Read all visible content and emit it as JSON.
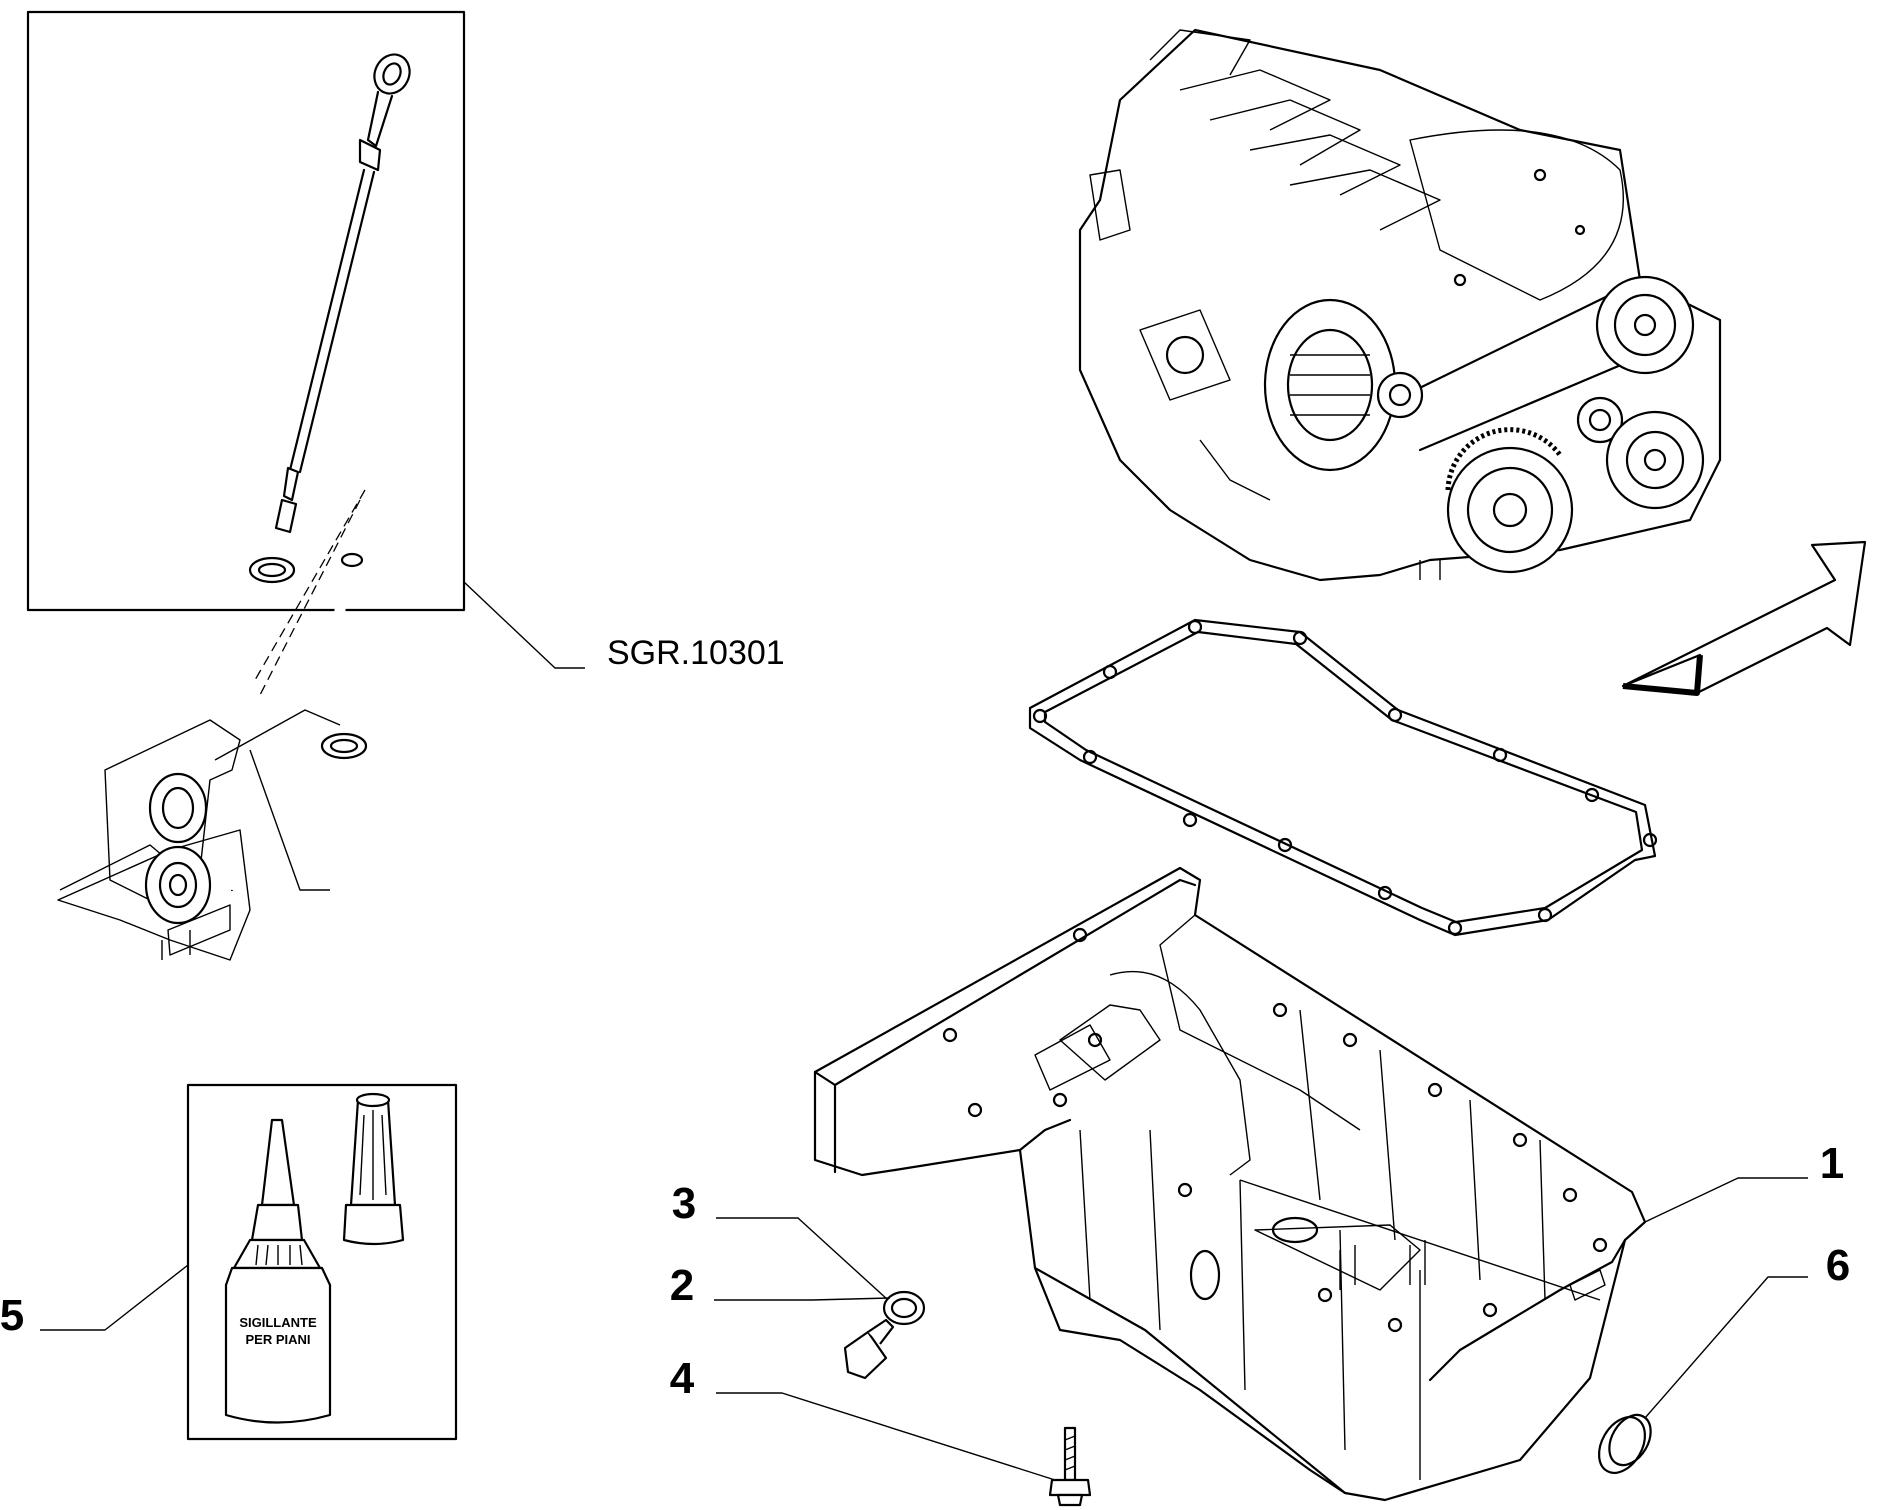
{
  "diagram": {
    "reference_label": "SGR.10301",
    "callouts": [
      "1",
      "2",
      "3",
      "4",
      "5",
      "6"
    ],
    "bottle_label_line1": "SIGILLANTE",
    "bottle_label_line2": "PER PIANI"
  }
}
